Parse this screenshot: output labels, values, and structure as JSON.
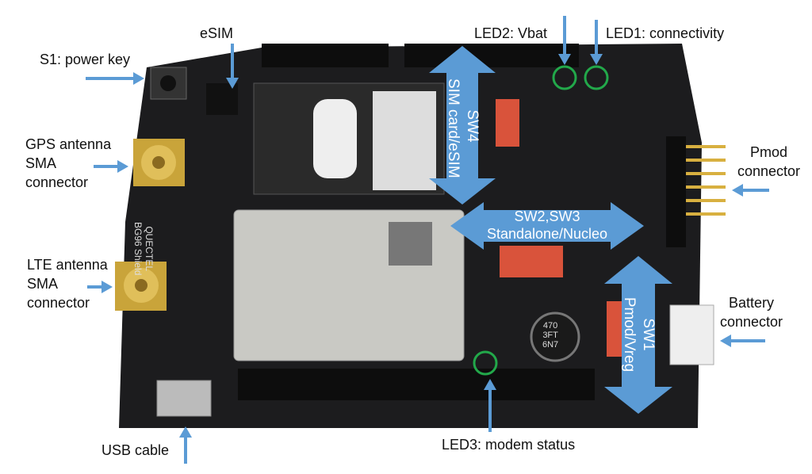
{
  "board": {
    "brand": "QUECTEL",
    "model": "BG96 Shield",
    "capacitor": [
      "470",
      "3FT",
      "6N7"
    ]
  },
  "labels": {
    "esim": "eSIM",
    "power_key": "S1: power key",
    "gps": [
      "GPS antenna",
      "SMA",
      "connector"
    ],
    "lte": [
      "LTE antenna",
      "SMA",
      "connector"
    ],
    "usb": "USB cable",
    "led2": "LED2: Vbat",
    "led1": "LED1: connectivity",
    "pmod": [
      "Pmod",
      "connector"
    ],
    "battery": [
      "Battery",
      "connector"
    ],
    "led3": "LED3: modem status"
  },
  "switches": {
    "sw4": [
      "SW4",
      "SIM card/eSIM"
    ],
    "sw23": [
      "SW2,SW3",
      "Standalone/Nucleo"
    ],
    "sw1": [
      "SW1",
      "Pmod/Vreg"
    ]
  },
  "colors": {
    "arrow": "#5b9bd5",
    "board": "#1c1c1e",
    "gold": "#c9a43a",
    "led_circle": "#22a84a"
  }
}
